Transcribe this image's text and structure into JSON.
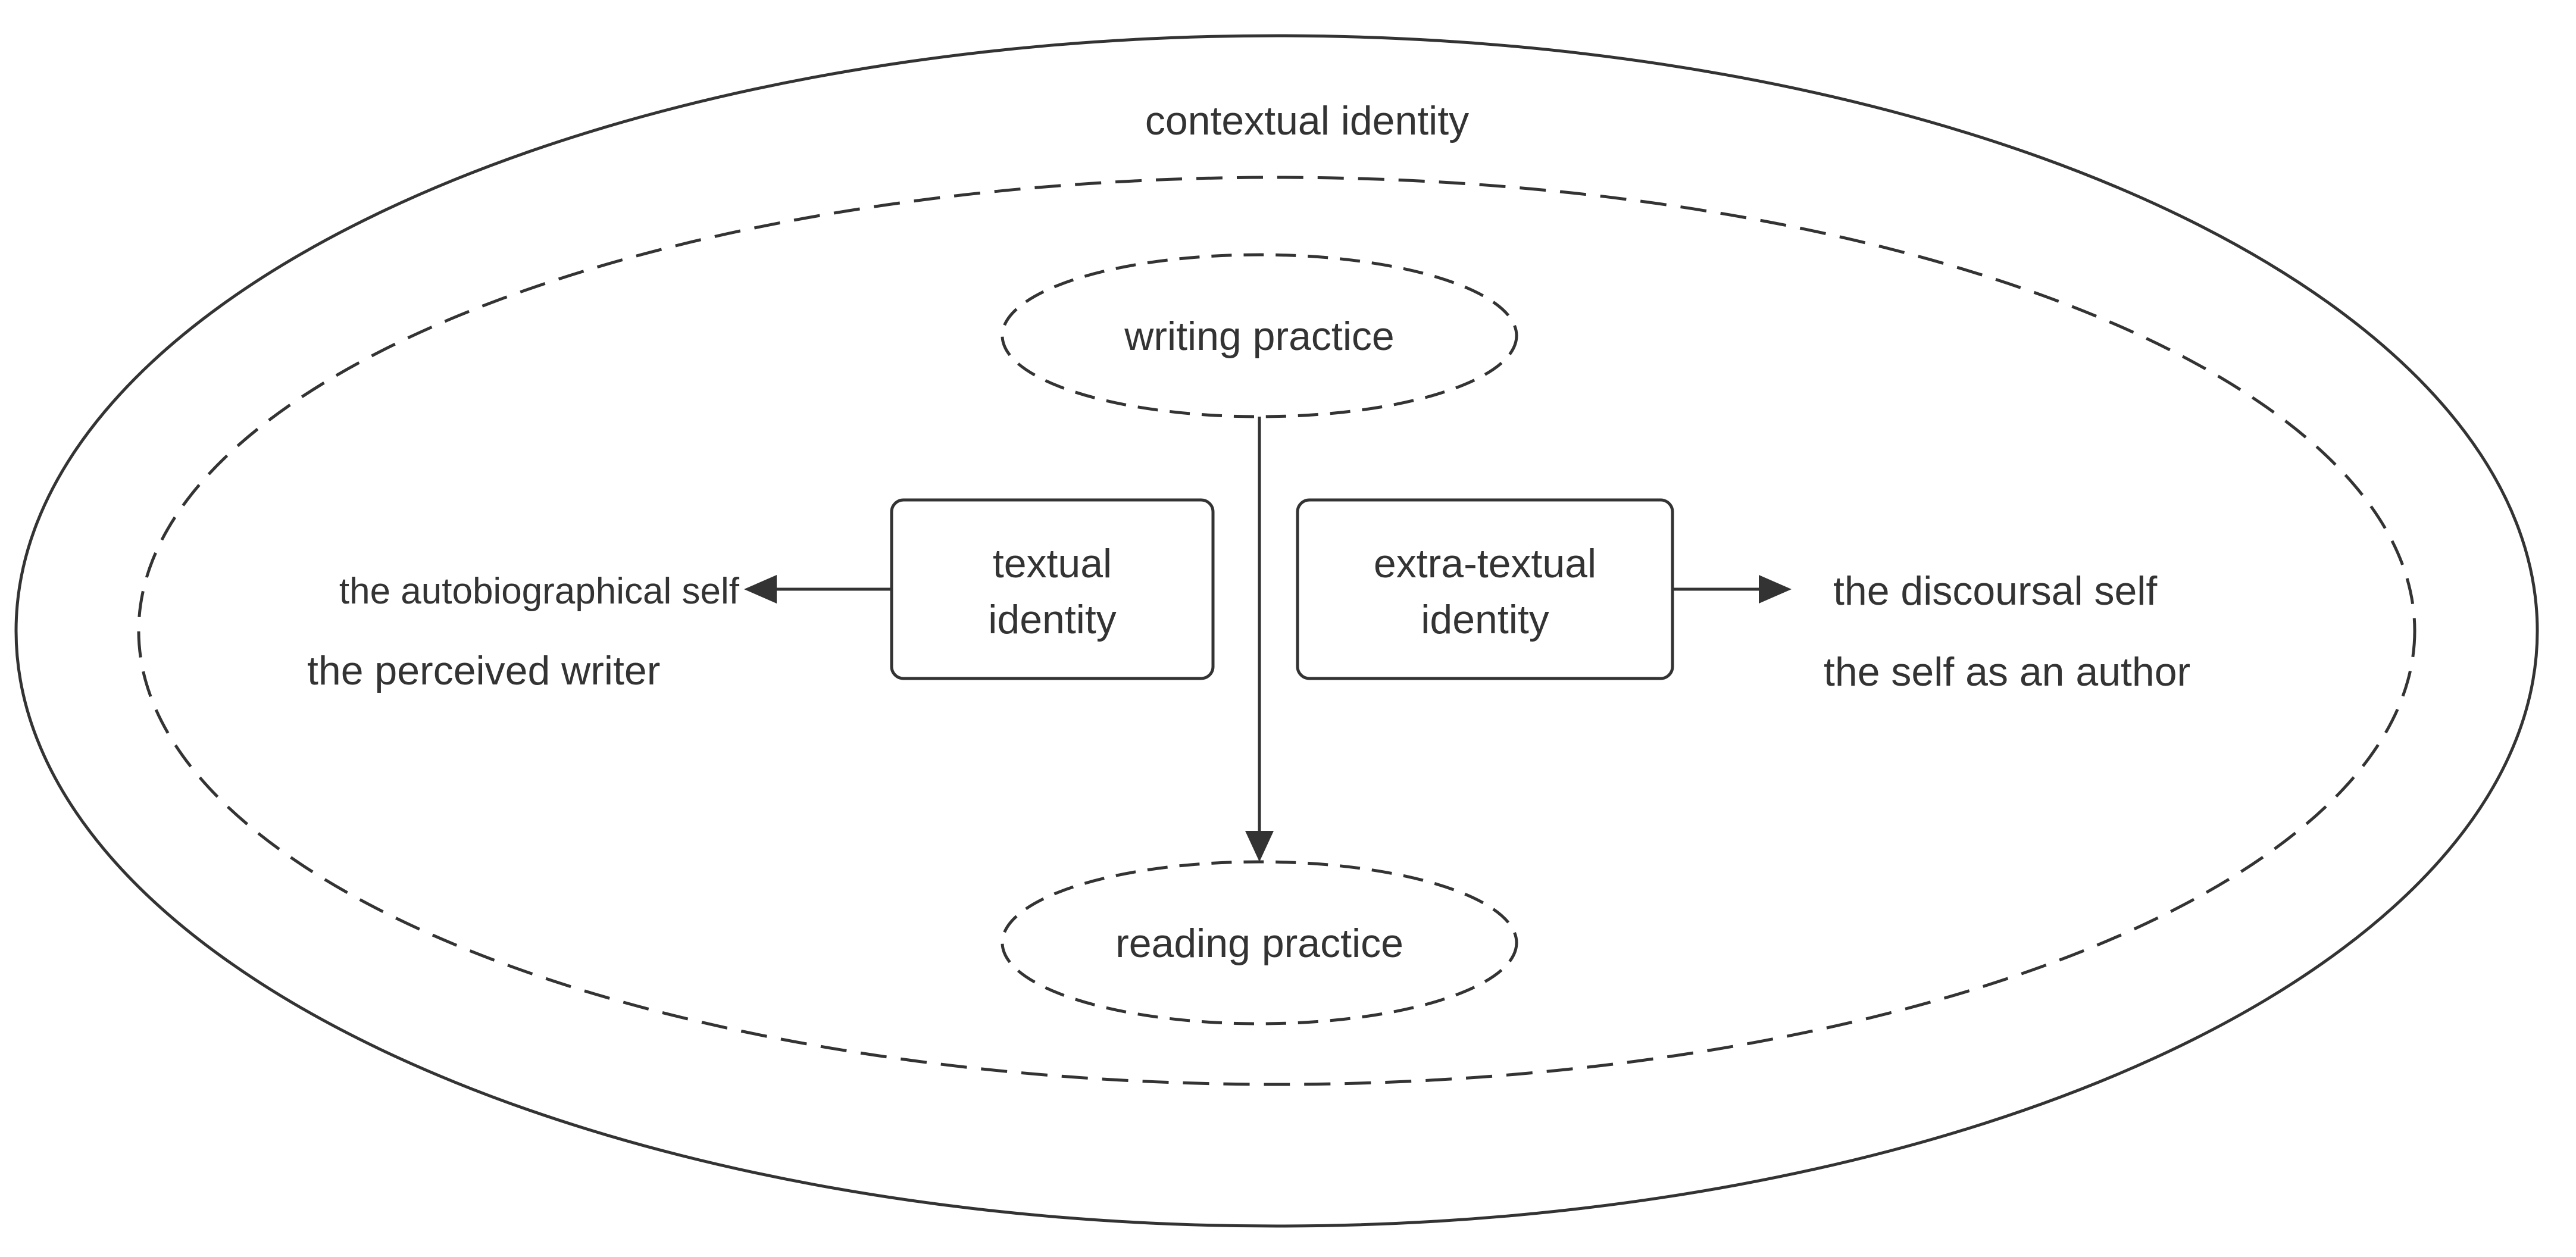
{
  "diagram": {
    "outer_ellipse_label": "contextual identity",
    "top_node_label": "writing practice",
    "bottom_node_label": "reading practice",
    "left_box": {
      "line1": "textual",
      "line2": "identity"
    },
    "right_box": {
      "line1": "extra-textual",
      "line2": "identity"
    },
    "left_texts": [
      "the autobiographical self",
      "the perceived writer"
    ],
    "right_texts": [
      "the discoursal self",
      "the self as an author"
    ],
    "colors": {
      "stroke": "#333333",
      "text": "#333333",
      "background": "#ffffff"
    }
  }
}
